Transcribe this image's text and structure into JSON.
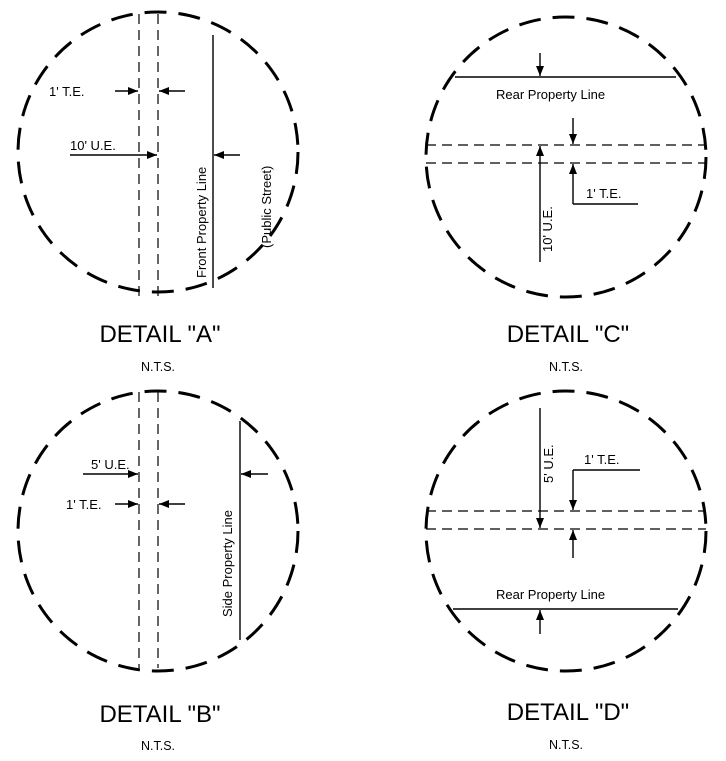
{
  "detail_a": {
    "te_label": "1' T.E.",
    "ue_label": "10' U.E.",
    "front_property_line": "Front Property Line",
    "public_street": "(Public Street)",
    "title": "DETAIL \"A\"",
    "scale": "N.T.S."
  },
  "detail_b": {
    "ue_label": "5' U.E.",
    "te_label": "1' T.E.",
    "side_property_line": "Side Property Line",
    "title": "DETAIL \"B\"",
    "scale": "N.T.S."
  },
  "detail_c": {
    "rear_property_line": "Rear Property Line",
    "ue_label": "10' U.E.",
    "te_label": "1' T.E.",
    "title": "DETAIL \"C\"",
    "scale": "N.T.S."
  },
  "detail_d": {
    "ue_label": "5' U.E.",
    "te_label": "1' T.E.",
    "rear_property_line": "Rear Property Line",
    "title": "DETAIL \"D\"",
    "scale": "N.T.S."
  }
}
